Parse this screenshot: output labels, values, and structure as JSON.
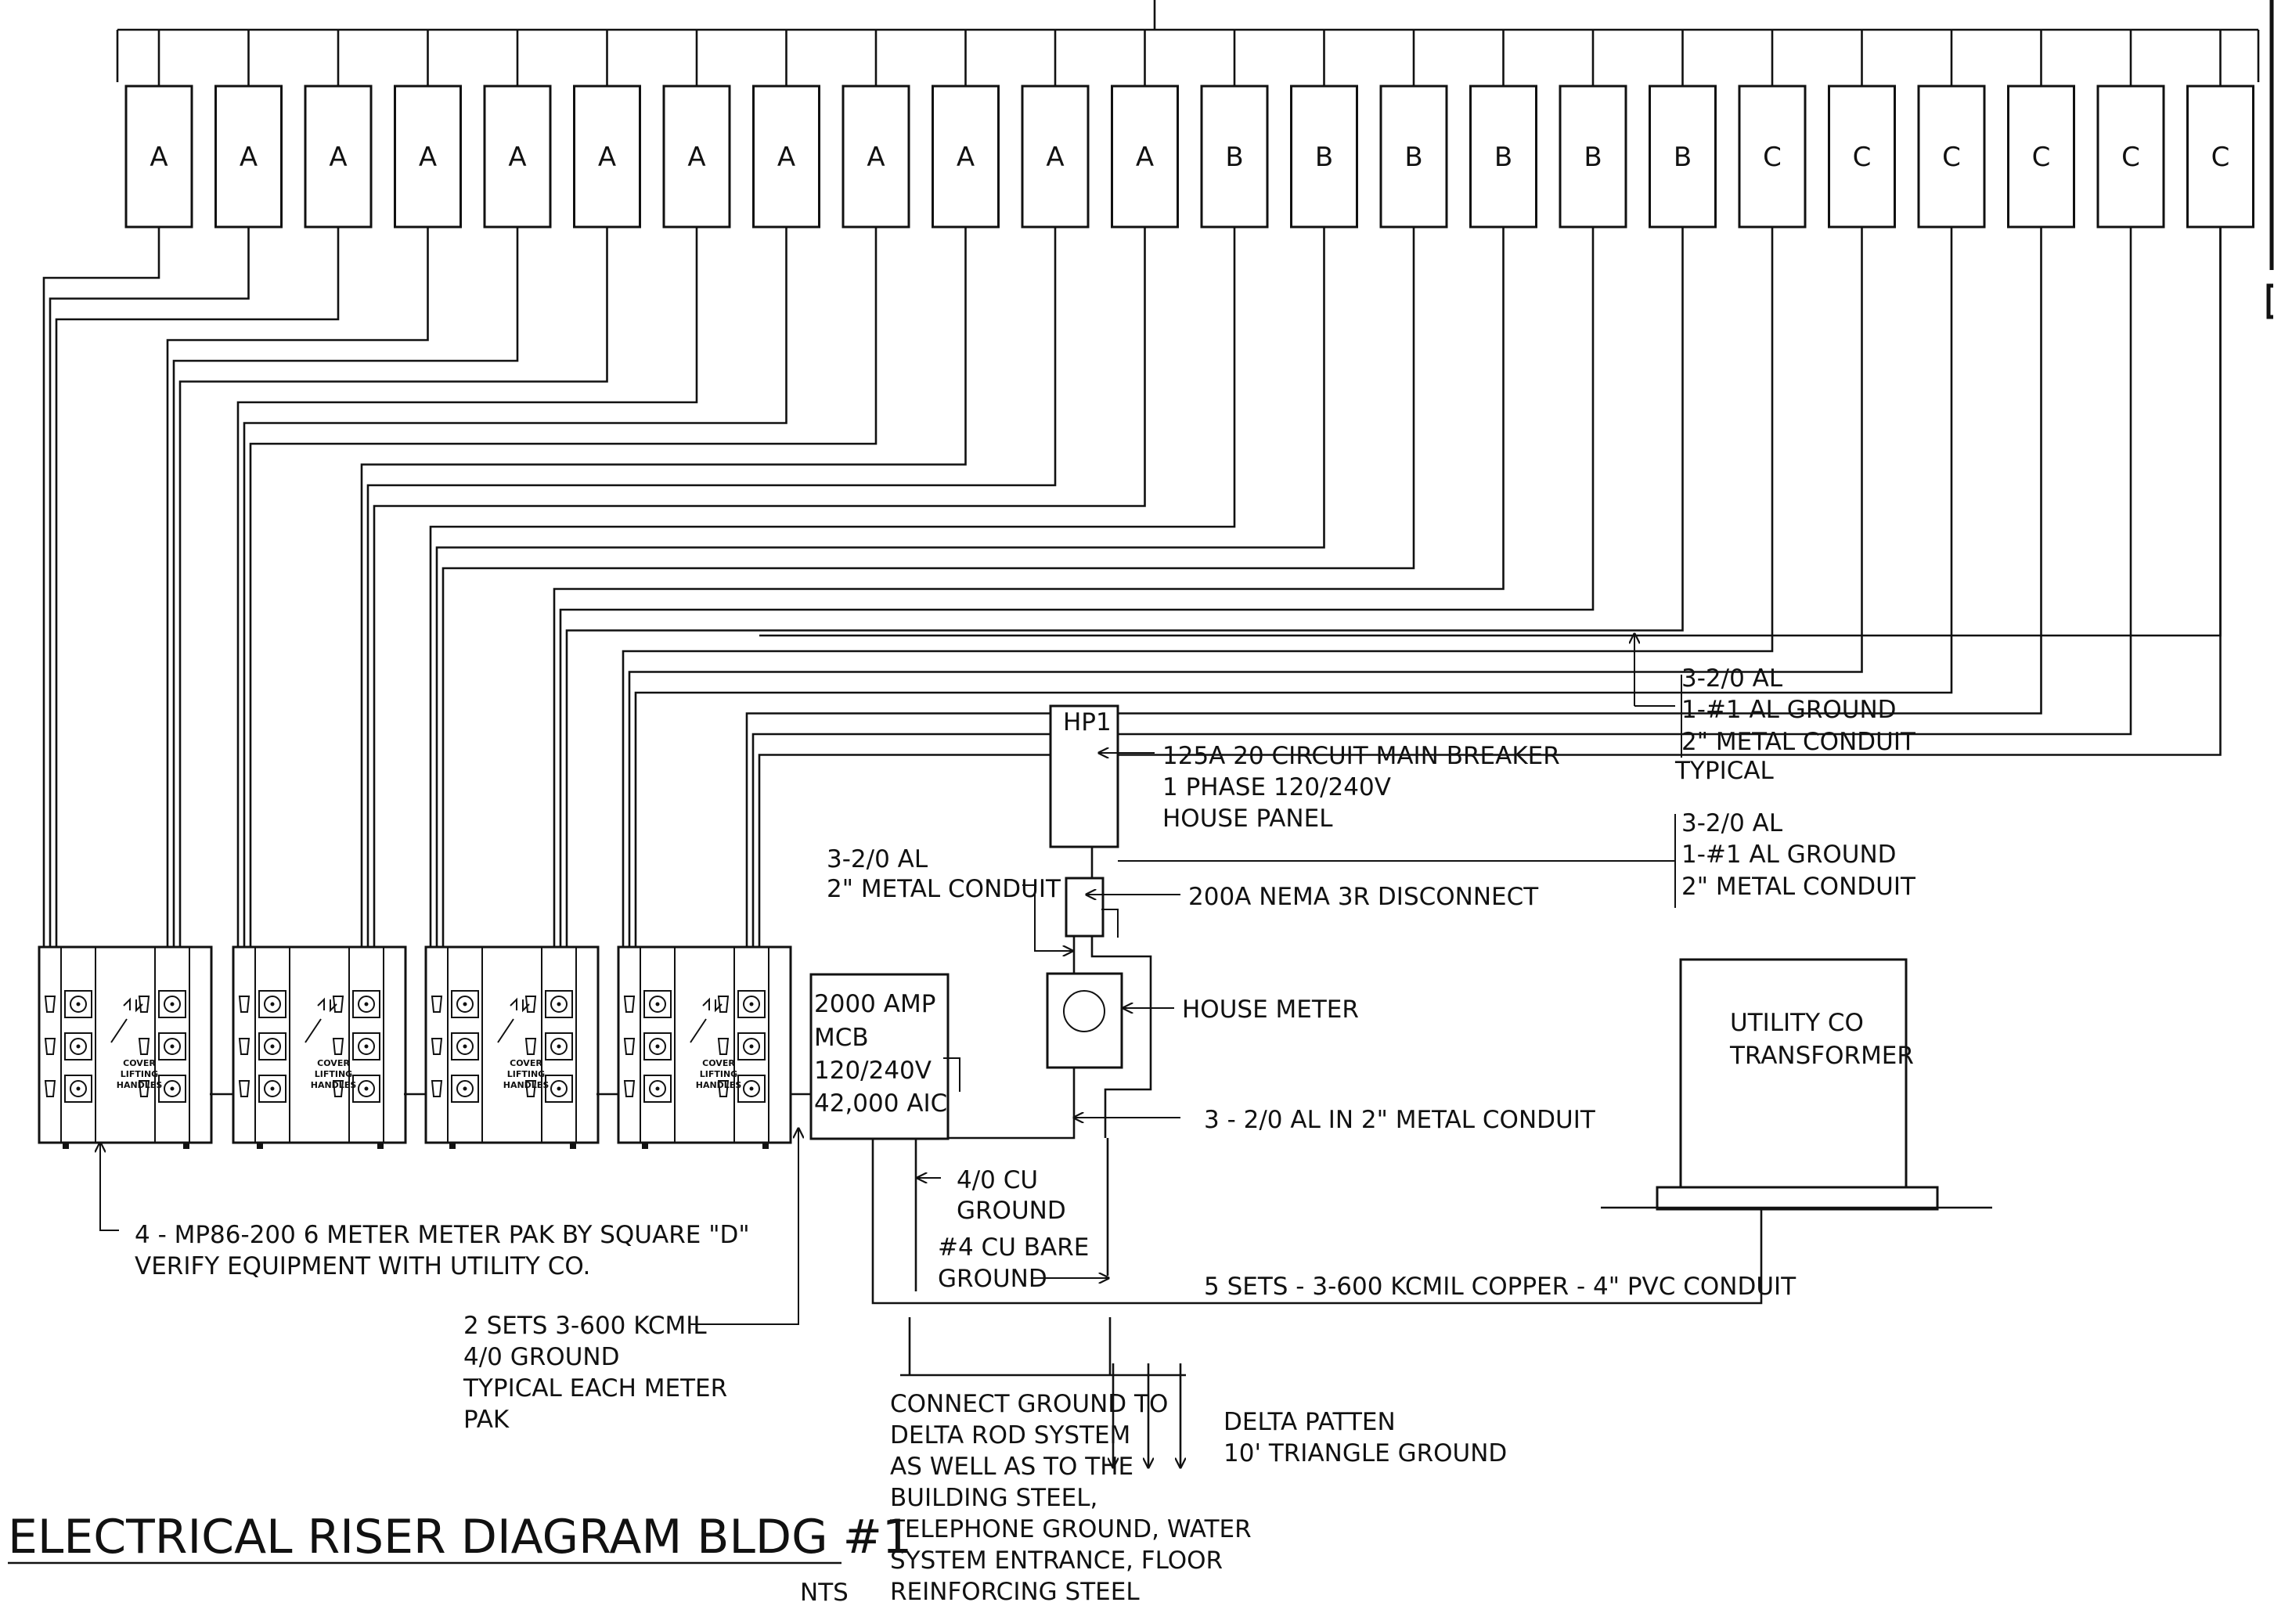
{
  "units": [
    "A",
    "A",
    "A",
    "A",
    "A",
    "A",
    "A",
    "A",
    "A",
    "A",
    "A",
    "A",
    "B",
    "B",
    "B",
    "B",
    "B",
    "B",
    "C",
    "C",
    "C",
    "C",
    "C",
    "C"
  ],
  "meter_pak": {
    "handle_label_1": "COVER",
    "handle_label_2": "LIFTING",
    "handle_label_3": "HANDLES"
  },
  "panel": {
    "name": "HP1"
  },
  "notes": {
    "feeder_typical": [
      "3-2/0 AL",
      "1-#1 AL GROUND",
      "2\" METAL CONDUIT",
      "TYPICAL"
    ],
    "house_panel": [
      "125A 20 CIRCUIT MAIN BREAKER",
      "1 PHASE 120/240V",
      "HOUSE PANEL"
    ],
    "feeder_house": [
      "3-2/0 AL",
      "1-#1 AL GROUND",
      "2\" METAL CONDUIT"
    ],
    "disconnect_feed": [
      "3-2/0 AL",
      "2\" METAL CONDUIT"
    ],
    "disconnect": "200A NEMA 3R DISCONNECT",
    "house_meter": "HOUSE METER",
    "mcb": [
      "2000 AMP",
      "MCB",
      "120/240V",
      "42,000 AIC"
    ],
    "meter_feed": "3 - 2/0 AL IN 2\" METAL CONDUIT",
    "cu_ground": [
      "4/0 CU",
      "GROUND"
    ],
    "bare_ground": [
      "#4 CU BARE",
      "GROUND"
    ],
    "service": "5 SETS - 3-600 KCMIL COPPER - 4\" PVC CONDUIT",
    "transformer": [
      "UTILITY CO",
      "TRANSFORMER"
    ],
    "meter_pak_note": [
      "4 - MP86-200 6 METER METER PAK BY SQUARE \"D\"",
      "VERIFY EQUIPMENT WITH UTILITY CO."
    ],
    "meter_pak_feed": [
      "2 SETS 3-600 KCMIL",
      "4/0 GROUND",
      "TYPICAL EACH METER",
      "PAK"
    ],
    "ground_connect": [
      "CONNECT GROUND TO",
      "DELTA ROD SYSTEM",
      "AS WELL AS TO THE",
      "BUILDING STEEL,",
      "TELEPHONE GROUND, WATER",
      "SYSTEM ENTRANCE, FLOOR",
      "REINFORCING STEEL"
    ],
    "delta": [
      "DELTA PATTEN",
      "10' TRIANGLE GROUND"
    ]
  },
  "title": "ELECTRICAL RISER DIAGRAM BLDG #1",
  "scale": "NTS"
}
